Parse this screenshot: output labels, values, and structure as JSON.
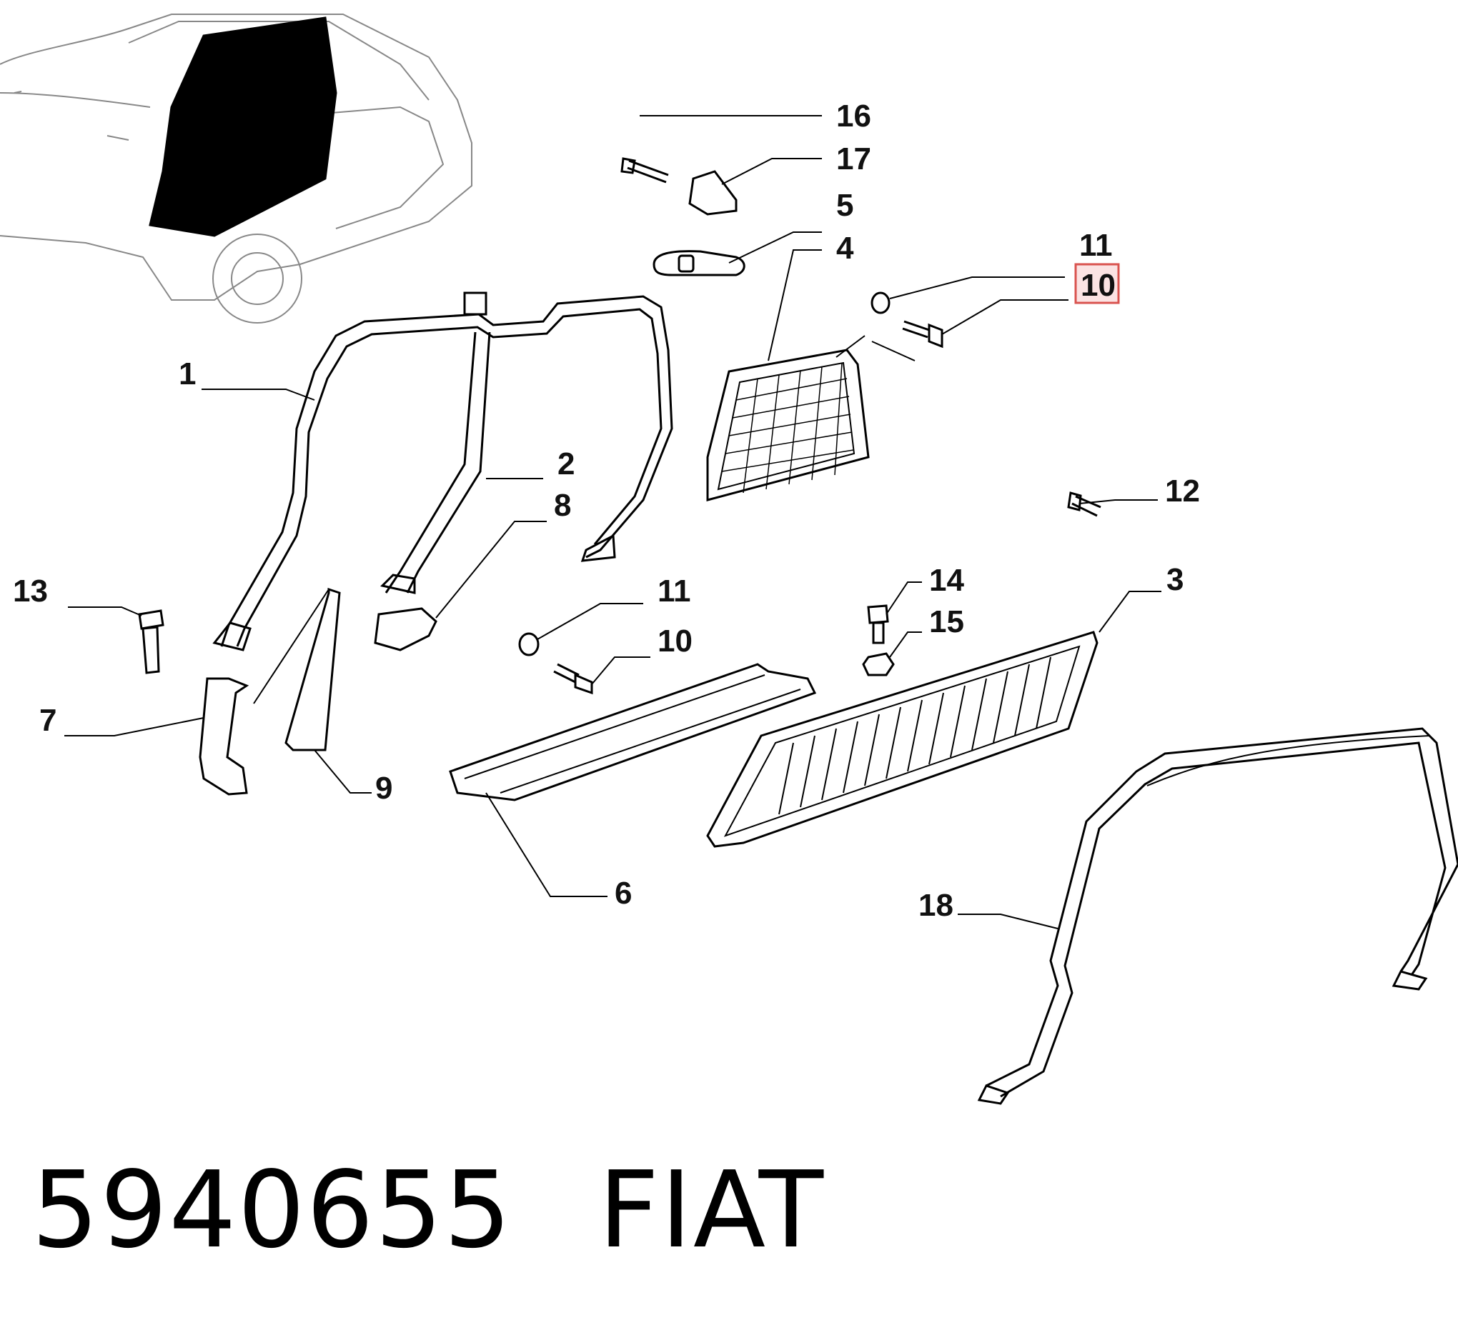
{
  "footer": {
    "part_number": "5940655",
    "brand": "FIAT"
  },
  "callouts": [
    {
      "id": "1",
      "label": "1"
    },
    {
      "id": "2",
      "label": "2"
    },
    {
      "id": "3",
      "label": "3"
    },
    {
      "id": "4",
      "label": "4"
    },
    {
      "id": "5",
      "label": "5"
    },
    {
      "id": "6",
      "label": "6"
    },
    {
      "id": "7",
      "label": "7"
    },
    {
      "id": "8",
      "label": "8"
    },
    {
      "id": "9",
      "label": "9"
    },
    {
      "id": "10a",
      "label": "10",
      "highlighted": true
    },
    {
      "id": "10b",
      "label": "10"
    },
    {
      "id": "11a",
      "label": "11"
    },
    {
      "id": "11b",
      "label": "11"
    },
    {
      "id": "12",
      "label": "12"
    },
    {
      "id": "13",
      "label": "13"
    },
    {
      "id": "14",
      "label": "14"
    },
    {
      "id": "15",
      "label": "15"
    },
    {
      "id": "16",
      "label": "16"
    },
    {
      "id": "17",
      "label": "17"
    },
    {
      "id": "18",
      "label": "18"
    }
  ],
  "colors": {
    "line": "#000000",
    "highlight_border": "#d9534f",
    "highlight_fill": "#fbe3e3"
  }
}
